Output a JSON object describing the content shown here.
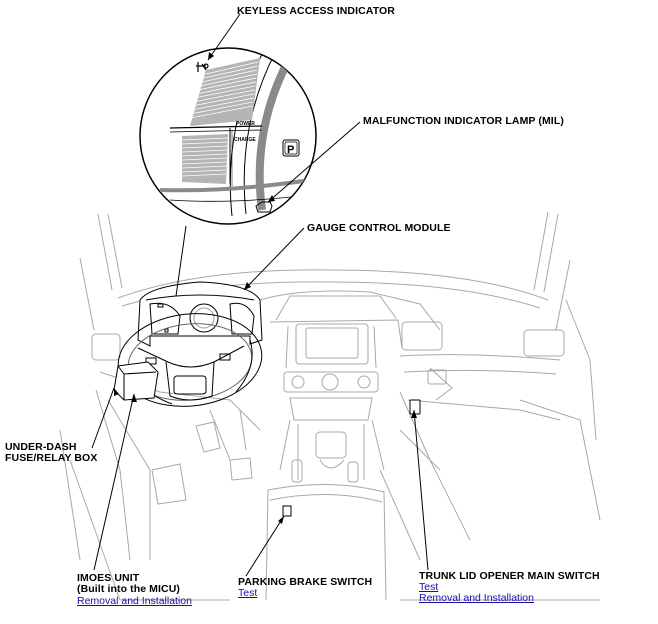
{
  "labels": {
    "keyless_access": "KEYLESS ACCESS INDICATOR",
    "mil": "MALFUNCTION INDICATOR LAMP (MIL)",
    "gauge_control": "GAUGE CONTROL MODULE",
    "under_dash_1": "UNDER-DASH",
    "under_dash_2": "FUSE/RELAY BOX",
    "imoes_1": "IMOES UNIT",
    "imoes_2": "(Built into the MICU)",
    "parking_brake": "PARKING BRAKE SWITCH",
    "trunk_lid": "TRUNK LID OPENER MAIN SWITCH"
  },
  "links": {
    "imoes_removal": "Removal and Installation",
    "parking_test": "Test",
    "trunk_test": "Test",
    "trunk_removal": "Removal and Installation"
  },
  "gauge": {
    "power": "POWER",
    "charge": "CHARGE",
    "parking_symbol": "P"
  },
  "colors": {
    "line": "#000000",
    "light_line": "#9a9a9a",
    "link": "#1a0dab"
  }
}
